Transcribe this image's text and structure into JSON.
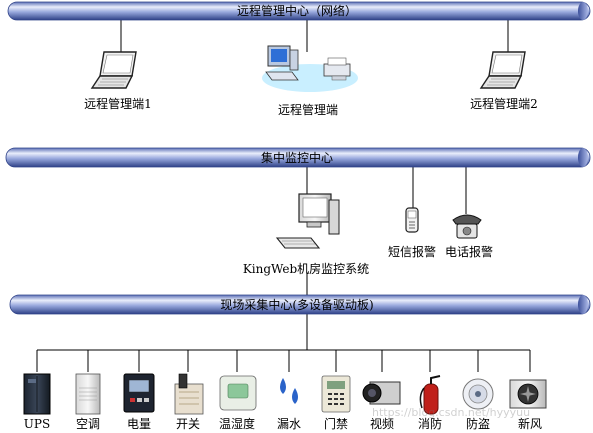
{
  "buses": {
    "remote": "远程管理中心（网络）",
    "central": "集中监控中心",
    "field": "现场采集中心(多设备驱动板)"
  },
  "remote_clients": [
    {
      "label": "远程管理端1",
      "icon": "laptop-icon"
    },
    {
      "label": "远程管理端",
      "icon": "workstation-printer-icon"
    },
    {
      "label": "远程管理端2",
      "icon": "laptop-icon"
    }
  ],
  "central_system": {
    "label": "KingWeb机房监控系统",
    "icon": "desktop-computer-icon"
  },
  "alarms": [
    {
      "label": "短信报警",
      "icon": "mobile-phone-icon"
    },
    {
      "label": "电话报警",
      "icon": "telephone-icon"
    }
  ],
  "devices": [
    {
      "label": "UPS",
      "icon": "ups-cabinet-icon"
    },
    {
      "label": "空调",
      "icon": "air-conditioner-icon"
    },
    {
      "label": "电量",
      "icon": "power-meter-icon"
    },
    {
      "label": "开关",
      "icon": "switch-panel-icon"
    },
    {
      "label": "温湿度",
      "icon": "thermo-hygrometer-icon"
    },
    {
      "label": "漏水",
      "icon": "water-drops-icon"
    },
    {
      "label": "门禁",
      "icon": "access-control-icon"
    },
    {
      "label": "视频",
      "icon": "video-camera-icon"
    },
    {
      "label": "消防",
      "icon": "fire-extinguisher-icon"
    },
    {
      "label": "防盗",
      "icon": "motion-sensor-icon"
    },
    {
      "label": "新风",
      "icon": "fresh-air-fan-icon"
    }
  ],
  "watermark": "https://blog.csdn.net/hyyyuu",
  "colors": {
    "bus_light": "#e8ecfb",
    "bus_mid": "#8e9fd8",
    "bus_dark": "#3b4f9a",
    "line": "#000000"
  }
}
